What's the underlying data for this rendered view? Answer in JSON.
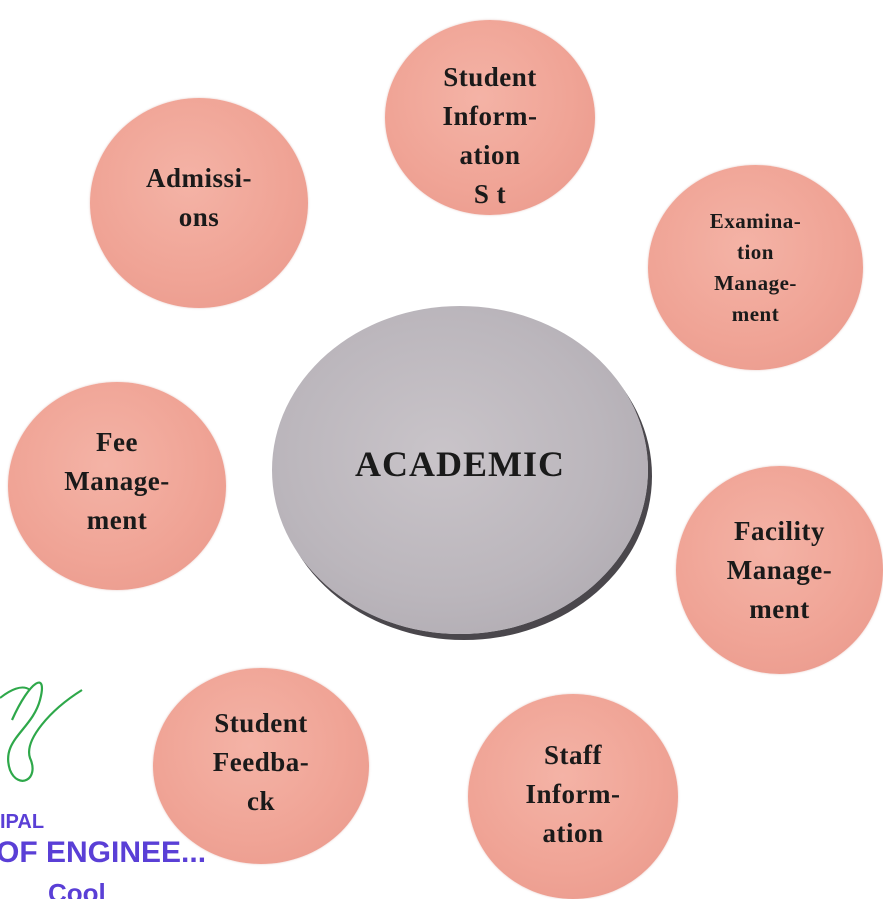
{
  "center": {
    "label": "ACADEMIC"
  },
  "nodes": {
    "admissions": [
      "Admissi-",
      "ons"
    ],
    "student_information_system": [
      "Student",
      "Inform-",
      "ation",
      "S  t"
    ],
    "examination_management": [
      "Examina-",
      "tion",
      "Manage-",
      "ment"
    ],
    "fee_management": [
      "Fee",
      "Manage-",
      "ment"
    ],
    "facility_management": [
      "Facility",
      "Manage-",
      "ment"
    ],
    "student_feedback": [
      "Student",
      "Feedba-",
      "ck"
    ],
    "staff_information": [
      "Staff",
      "Inform-",
      "ation"
    ]
  },
  "stamp": {
    "line1": "IPAL",
    "line2": "OF ENGINEE...",
    "line3": "Cool"
  },
  "colors": {
    "node_fill": "#f0a496",
    "center_fill": "#bbb6bc",
    "stamp_ink": "#5a3fd6",
    "signature_ink": "#2ea84a"
  }
}
